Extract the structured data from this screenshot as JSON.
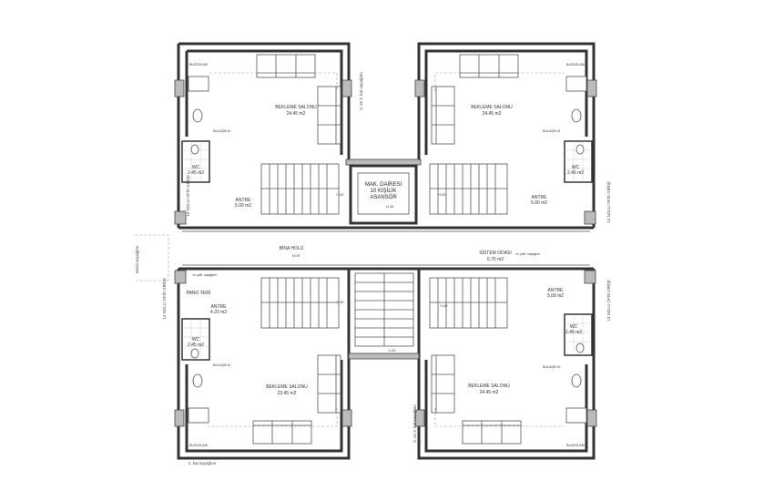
{
  "units": {
    "top_left": {
      "room": "BEKLEME SALONU",
      "area": "24.45 m2",
      "wc": "WC",
      "wc_area": "2.45 m2",
      "antre": "ANTRE",
      "antre_area": "5.00 m2",
      "fridge": "BUZDOLABI",
      "dishwasher": "BULAŞIK M."
    },
    "top_right": {
      "room": "BEKLEME SALONU",
      "area": "24.45 m2",
      "wc": "WC",
      "wc_area": "2.45 m2",
      "antre": "ANTRE",
      "antre_area": "5.00 m2",
      "fridge": "BUZDOLABI",
      "dishwasher": "BULAŞIK M."
    },
    "bottom_left": {
      "room": "BEKLEME SALONU",
      "area": "23.45 m2",
      "wc": "WC",
      "wc_area": "2.45 m2",
      "antre": "ANTRE",
      "antre_area": "4.20 m2",
      "fridge": "BUZDOLABI",
      "dishwasher": "BULAŞIK M.",
      "panel": "PANO YERİ"
    },
    "bottom_right": {
      "room": "BEKLEME SALONU",
      "area": "24.45 m2",
      "wc": "WC",
      "wc_area": "2.45 m2",
      "antre": "ANTRE",
      "antre_area": "5.00 m2",
      "fridge": "BUZDOLABI",
      "dishwasher": "BULAŞIK M."
    }
  },
  "core": {
    "machine_room": "MAK. DAİRESİ",
    "capacity": "10 KİŞİLİK",
    "elevator": "ASANSÖR",
    "elevator_level": "±1.50",
    "hall": "BİNA HOLÜ",
    "hall_level": "±0.00",
    "system_room": "SİSTEM ODASI",
    "system_area": "6.70 m2",
    "system_note": "el. pafl. saçağımı",
    "panel_note": "el. pafl. saçağımı",
    "stair_level_top_left": "+1.60",
    "stair_level_top_right": "+1.60",
    "stair_level_bottom_left": "+1.60",
    "stair_level_bottom_right": "+1.60",
    "stair_level_center": "+1.60"
  },
  "entrances": {
    "e15": "15 NOLU OFİS GİRİŞİ",
    "e14_left": "14 NOLU OFİS GİRİŞİ",
    "e14_right": "14 NOLU OFİS GİRİŞİ",
    "e13": "13 NOLU OFİS GİRİŞİ"
  },
  "notes": {
    "canopy_top_left": "2. ve 3. kat saçağımı",
    "canopy_bottom_right": "2. ve 3. kat saçağımı",
    "canopy_first": "1. kat saçağımı",
    "metal_canopy": "metal saçağımı"
  }
}
